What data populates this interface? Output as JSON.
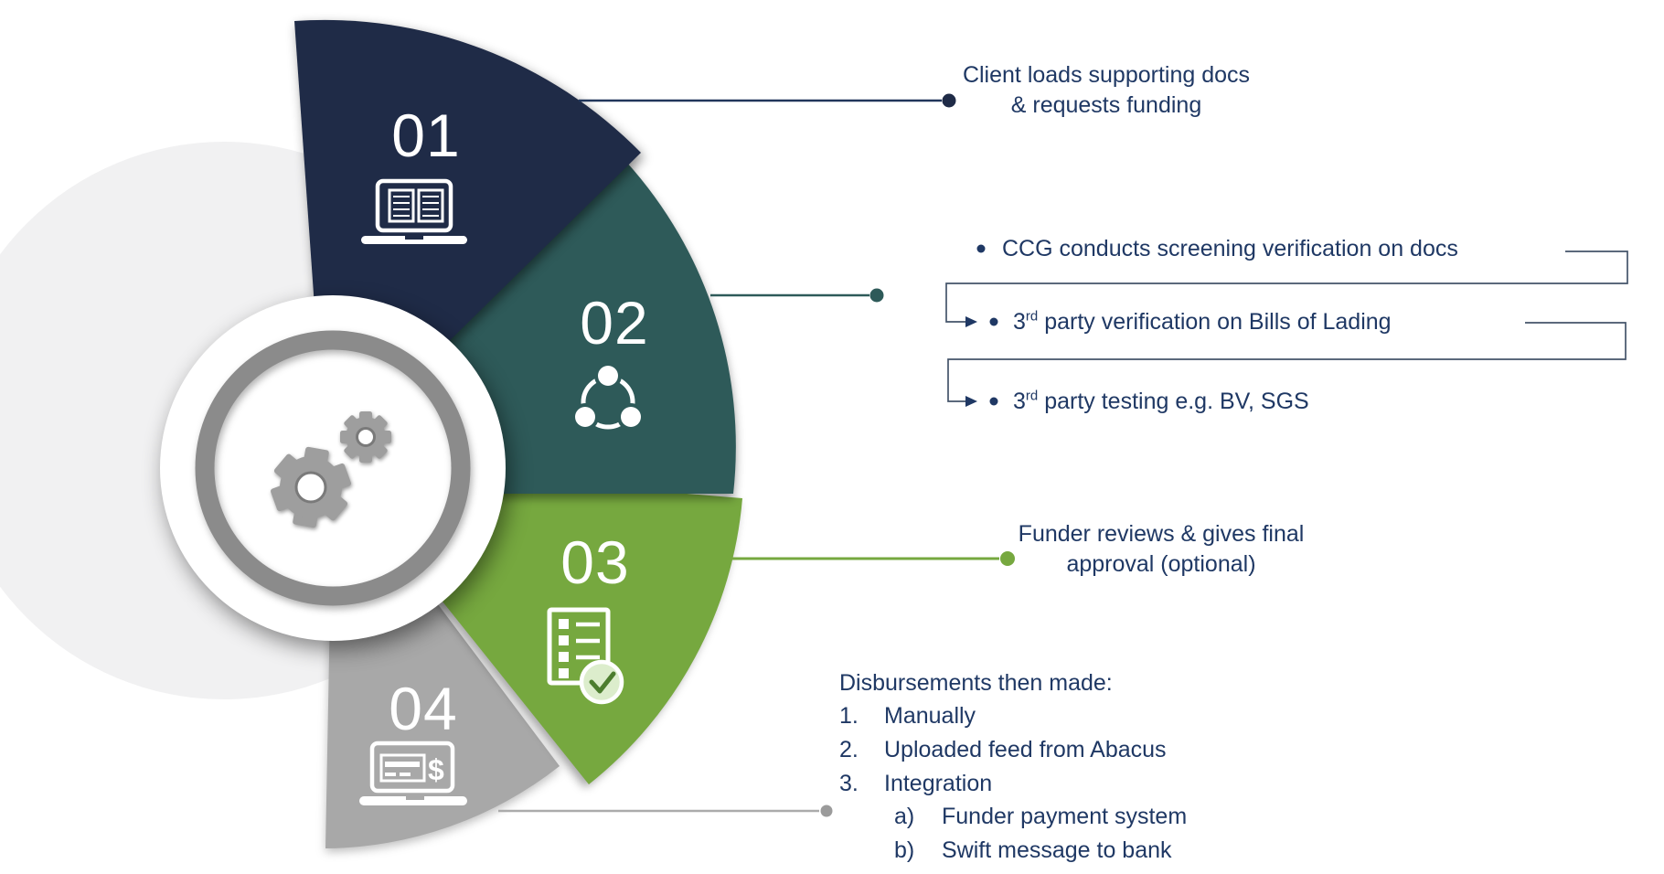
{
  "diagram": {
    "segments": [
      {
        "label": "01",
        "color": "#1F2B47",
        "icon": "laptop-documents-icon"
      },
      {
        "label": "02",
        "color": "#2E5A59",
        "icon": "share-network-icon"
      },
      {
        "label": "03",
        "color": "#76A83F",
        "icon": "checklist-check-icon"
      },
      {
        "label": "04",
        "color": "#A8A8A8",
        "icon": "laptop-dollar-icon"
      }
    ],
    "hub_icon": "gears-icon"
  },
  "callouts": {
    "step1": {
      "line1": "Client loads supporting docs",
      "line2": "& requests funding"
    },
    "step2": {
      "bullets": [
        {
          "pre": "CCG conducts screening verification on docs",
          "sup": "",
          "post": ""
        },
        {
          "pre": "3",
          "sup": "rd",
          "post": " party verification on Bills of Lading"
        },
        {
          "pre": "3",
          "sup": "rd",
          "post": " party testing e.g. BV, SGS"
        }
      ]
    },
    "step3": {
      "line1": "Funder reviews & gives final",
      "line2": "approval (optional)"
    },
    "step4": {
      "title": "Disbursements then made:",
      "items": [
        {
          "marker": "1.",
          "text": "Manually"
        },
        {
          "marker": "2.",
          "text": "Uploaded feed from Abacus"
        },
        {
          "marker": "3.",
          "text": "Integration"
        }
      ],
      "subitems": [
        {
          "marker": "a)",
          "text": "Funder payment system"
        },
        {
          "marker": "b)",
          "text": "Swift message to bank"
        }
      ]
    }
  },
  "icons": {
    "dollar_glyph": "$"
  },
  "colors": {
    "navy": "#1F2B47",
    "teal": "#2E5A59",
    "green": "#76A83F",
    "gray": "#A8A8A8",
    "text_navy": "#1F3864",
    "bracket": "#44546A",
    "light_circle": "#F1F1F2",
    "ring_gray": "#8B8B8B",
    "gear_gray": "#9E9E9E"
  }
}
